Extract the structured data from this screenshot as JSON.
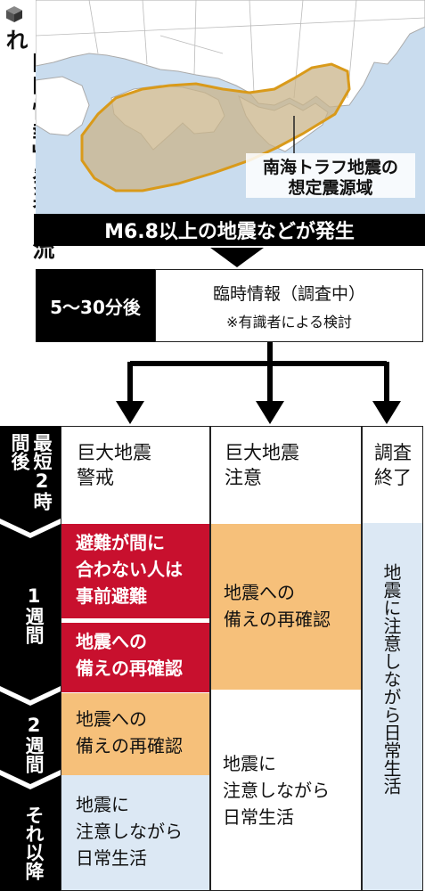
{
  "title": "「臨時情報」発表の流れ",
  "map": {
    "label_line1": "南海トラフ地震の",
    "label_line2": "想定震源域"
  },
  "trigger": "M6.8以上の地震などが発生",
  "timing": "5〜30分後",
  "info": {
    "title": "臨時情報（調査中）",
    "note": "※有識者による検討"
  },
  "timeline": {
    "t1": "最短2時間後",
    "t2": "1週間",
    "t3": "2週間",
    "t4": "それ以降"
  },
  "columns": {
    "warning": {
      "head1": "巨大地震",
      "head2": "警戒",
      "red1": [
        "避難が間に",
        "合わない人は",
        "事前避難"
      ],
      "red2": [
        "地震への",
        "備えの再確認"
      ],
      "orange": [
        "地震への",
        "備えの再確認"
      ],
      "blue": [
        "地震に",
        "注意しながら",
        "日常生活"
      ]
    },
    "advisory": {
      "head1": "巨大地震",
      "head2": "注意",
      "orange": [
        "地震への",
        "備えの再確認"
      ],
      "white": [
        "地震に",
        "注意しながら",
        "日常生活"
      ]
    },
    "end": {
      "head1": "調査",
      "head2": "終了",
      "vertical": "地震に注意しながら日常生活"
    }
  },
  "colors": {
    "red": "#c8102e",
    "orange": "#f6c07a",
    "blue": "#dce8f4",
    "sea": "#c9dcee",
    "zone": "#c9b48a"
  }
}
